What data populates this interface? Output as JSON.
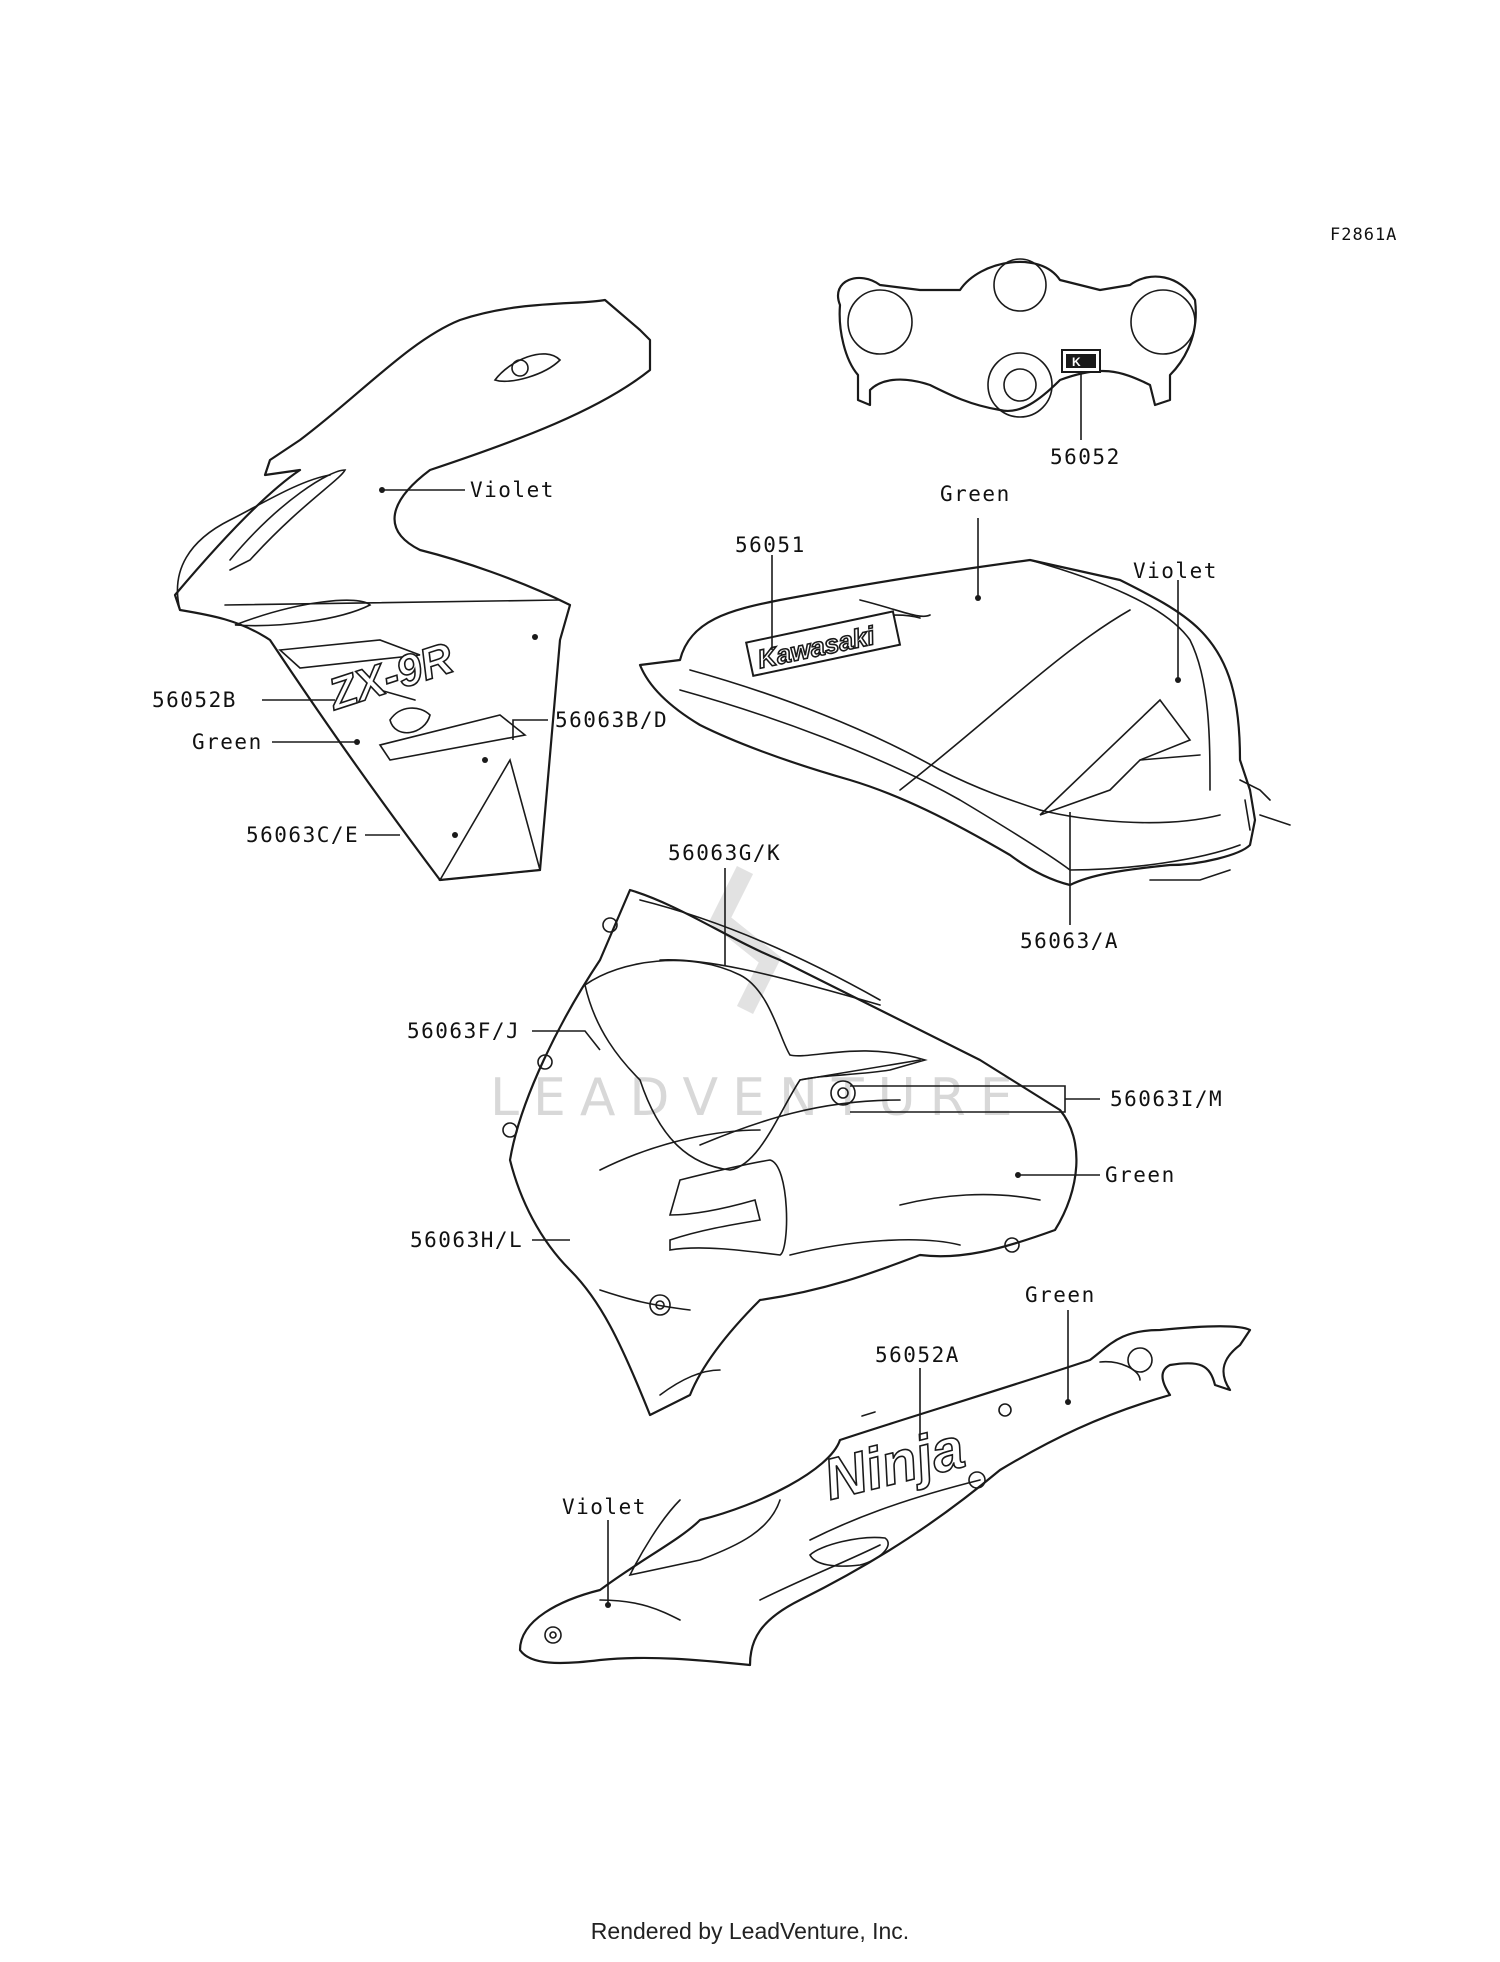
{
  "figure_code": "F2861A",
  "labels": {
    "violet_upper_cowl": "Violet",
    "green_upper_cowl": "Green",
    "p56052B": "56052B",
    "p56063BD": "56063B/D",
    "p56063CE": "56063C/E",
    "p56052": "56052",
    "green_tank": "Green",
    "violet_tank": "Violet",
    "p56051": "56051",
    "p56063A": "56063/A",
    "p56063GK": "56063G/K",
    "p56063FJ": "56063F/J",
    "p56063IM": "56063I/M",
    "green_lower_cowl": "Green",
    "p56063HL": "56063H/L",
    "green_tail": "Green",
    "p56052A": "56052A",
    "violet_tail": "Violet"
  },
  "decals": {
    "zx9r": "ZX-9R",
    "kawasaki": "Kawasaki",
    "ninja": "Ninja",
    "k_emblem": "K"
  },
  "watermark": "LEADVENTURE",
  "footer": "Rendered by LeadVenture, Inc."
}
